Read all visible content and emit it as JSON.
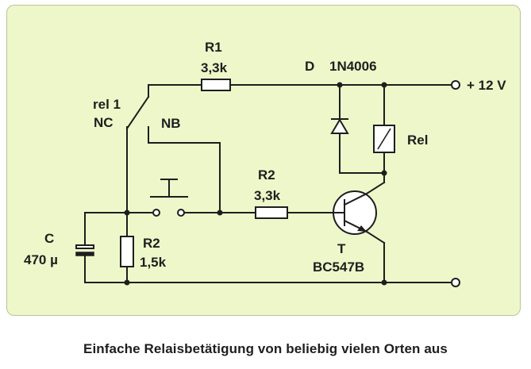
{
  "labels": {
    "r1_name": "R1",
    "r1_value": "3,3k",
    "diode_name": "D",
    "diode_value": "1N4006",
    "supply": "+ 12 V",
    "rel_contact_line1": "rel 1",
    "rel_contact_line2": "NC",
    "nb": "NB",
    "relay": "Rel",
    "r2_base_name": "R2",
    "r2_base_value": "3,3k",
    "capacitor_name": "C",
    "capacitor_value": "470 µ",
    "r2_shunt_name": "R2",
    "r2_shunt_value": "1,5k",
    "transistor_name": "T",
    "transistor_value": "BC547B"
  },
  "caption": "Einfache Relaisbetätigung von beliebig vielen Orten aus",
  "colors": {
    "panel_background": "#eef7c9",
    "panel_border": "#b9c39a",
    "ink": "#1e1e1e"
  }
}
